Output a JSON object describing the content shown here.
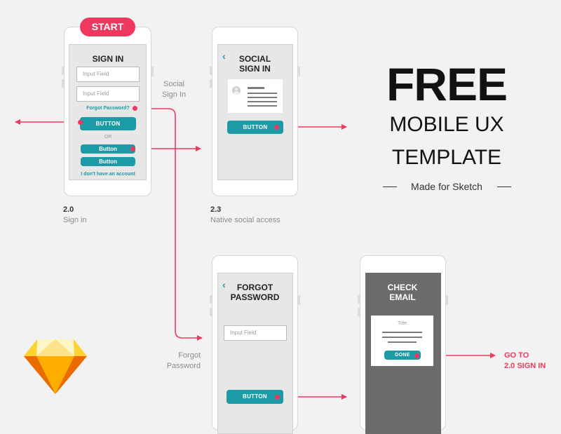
{
  "start_badge": "START",
  "colors": {
    "accent": "#f0385f",
    "teal": "#1c9aa6",
    "background": "#f2f2f2"
  },
  "screens": {
    "sign_in": {
      "title": "SIGN IN",
      "input_1": "Input Field",
      "input_2": "Input Field",
      "forgot_link": "Forgot Password?",
      "primary_button": "BUTTON",
      "or_label": "OR",
      "button_1": "Button",
      "button_2": "Button",
      "no_account_link": "I don't have an account",
      "number": "2.0",
      "caption": "Sign in"
    },
    "social": {
      "title_line1": "SOCIAL",
      "title_line2": "SIGN IN",
      "button": "BUTTON",
      "number": "2.3",
      "caption": "Native social access"
    },
    "forgot": {
      "title_line1": "FORGOT",
      "title_line2": "PASSWORD",
      "input": "Input Field",
      "button": "BUTTON"
    },
    "check_email": {
      "title_line1": "CHECK",
      "title_line2": "EMAIL",
      "card_title": "Title",
      "done_button": "DONE"
    }
  },
  "flow_labels": {
    "social_line1": "Social",
    "social_line2": "Sign In",
    "forgot_line1": "Forgot",
    "forgot_line2": "Password",
    "goto_line1": "GO TO",
    "goto_line2": "2.0 SIGN IN"
  },
  "hero": {
    "line1": "FREE",
    "line2": "MOBILE UX",
    "line3": "TEMPLATE",
    "tagline": "Made for Sketch"
  },
  "icons": {
    "logo": "sketch-diamond-icon",
    "back": "chevron-left-icon",
    "avatar": "avatar-icon"
  }
}
